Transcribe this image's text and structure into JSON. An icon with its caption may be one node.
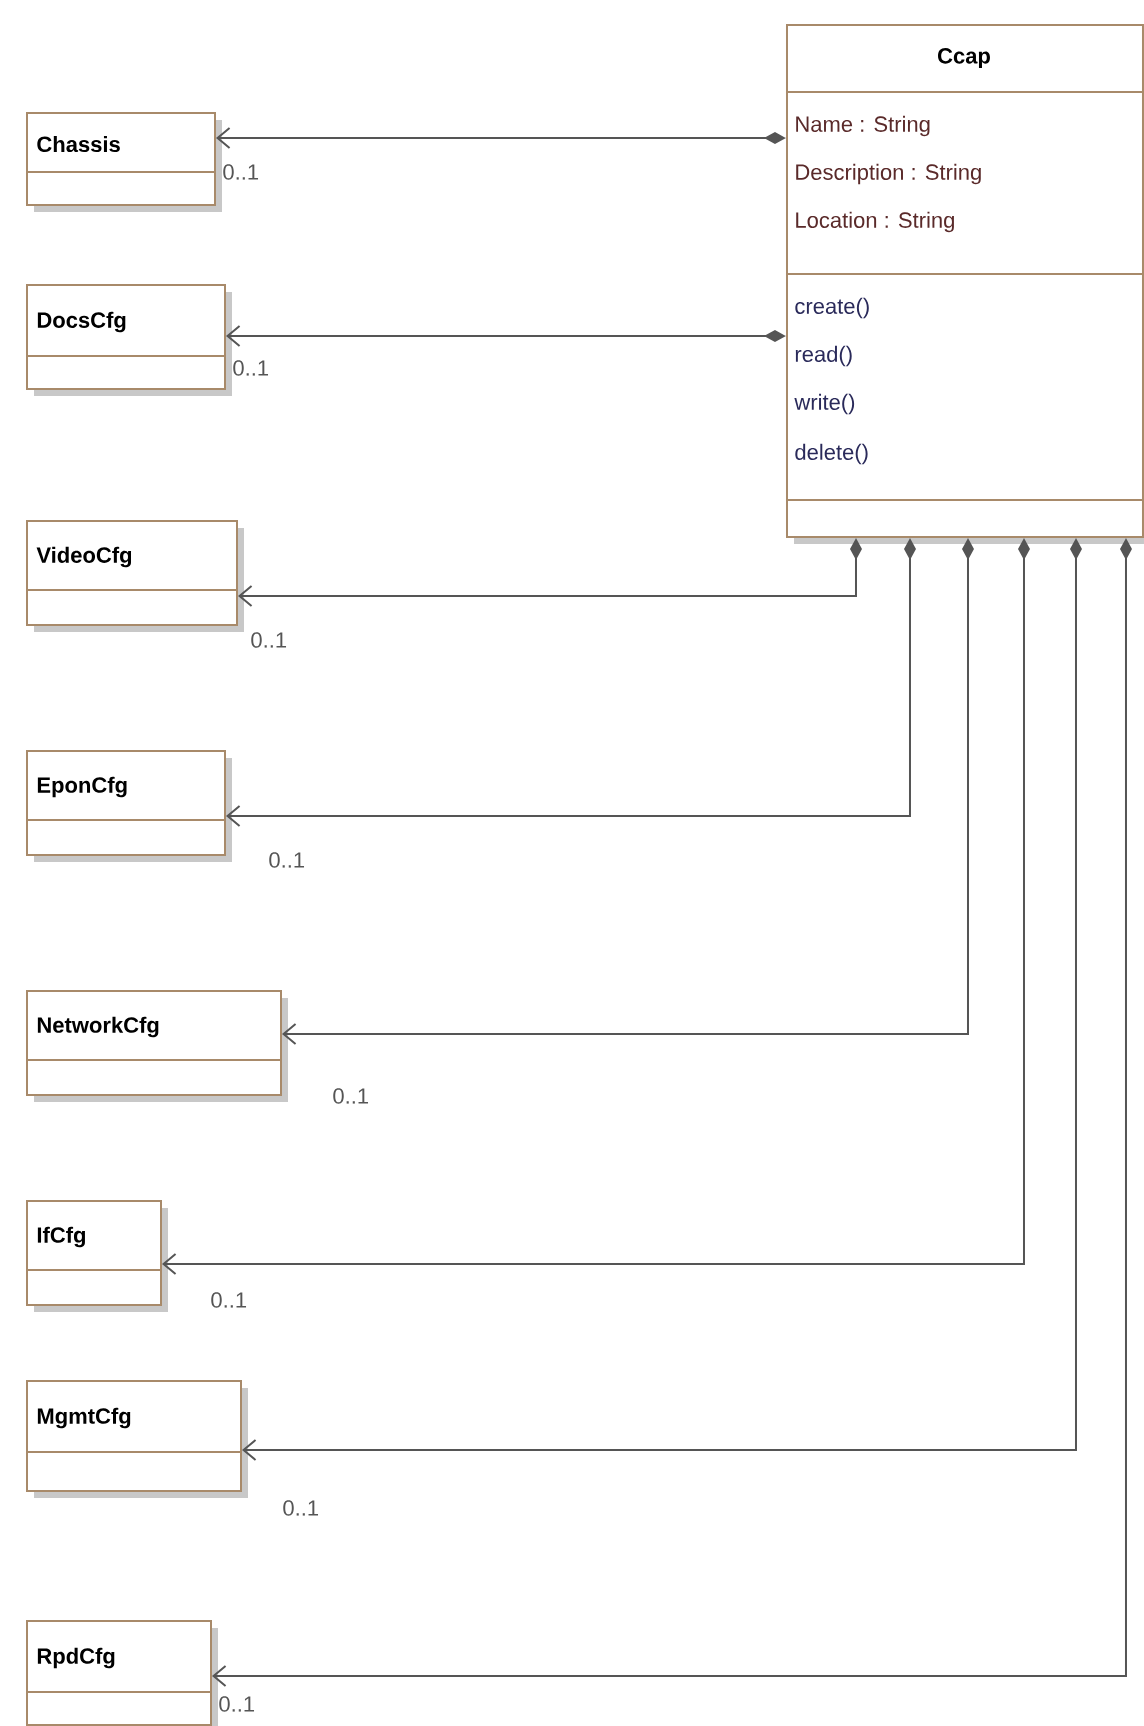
{
  "diagram": {
    "nodes": [
      {
        "text": [
          "Ccap",
          "Name : String",
          "Description : String",
          "Location : String",
          "create()",
          "read()",
          "write()",
          "delete()"
        ]
      },
      {
        "text": [
          "Chassis"
        ]
      },
      {
        "text": [
          "DocsCfg"
        ]
      },
      {
        "text": [
          "VideoCfg"
        ]
      },
      {
        "text": [
          "EponCfg"
        ]
      },
      {
        "text": [
          "NetworkCfg"
        ]
      },
      {
        "text": [
          "IfCfg"
        ]
      },
      {
        "text": [
          "MgmtCfg"
        ]
      },
      {
        "text": [
          "RpdCfg"
        ]
      }
    ],
    "edges": [
      {
        "from": 0,
        "to": 1,
        "arrow": "to",
        "label": "0..1"
      },
      {
        "from": 0,
        "to": 2,
        "arrow": "to",
        "label": "0..1"
      },
      {
        "from": 0,
        "to": 3,
        "arrow": "to",
        "label": "0..1"
      },
      {
        "from": 0,
        "to": 4,
        "arrow": "to",
        "label": "0..1"
      },
      {
        "from": 0,
        "to": 5,
        "arrow": "to",
        "label": "0..1"
      },
      {
        "from": 0,
        "to": 6,
        "arrow": "to",
        "label": "0..1"
      },
      {
        "from": 0,
        "to": 7,
        "arrow": "to",
        "label": "0..1"
      },
      {
        "from": 0,
        "to": 8,
        "arrow": "to",
        "label": "0..1"
      }
    ]
  }
}
